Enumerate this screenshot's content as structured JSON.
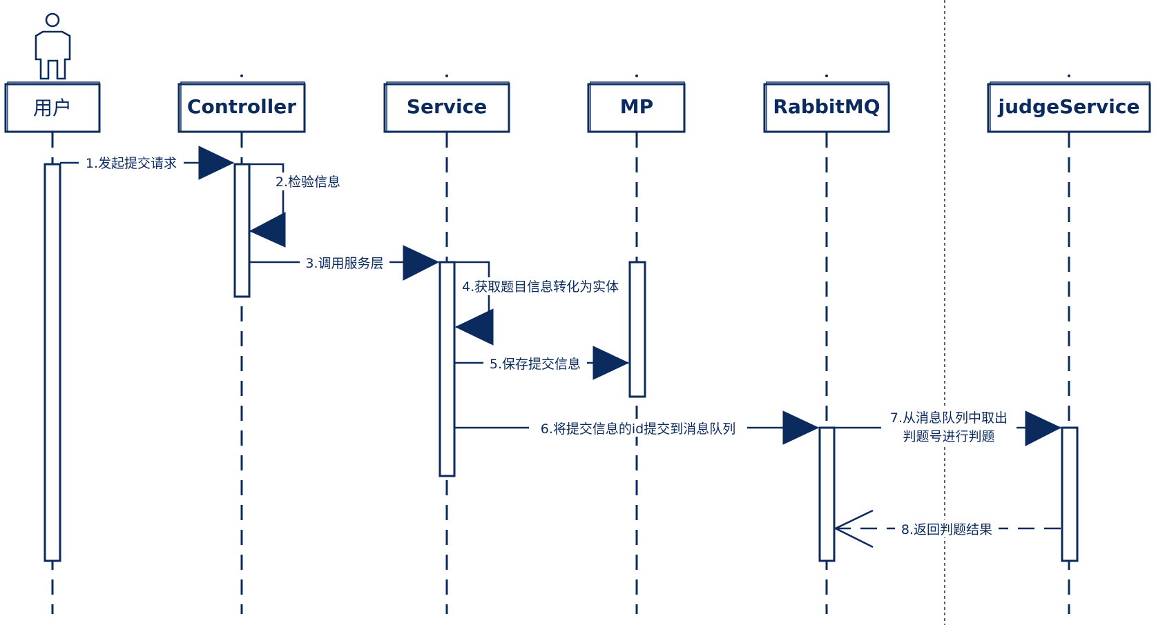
{
  "participants": [
    {
      "id": "user",
      "label": "用户",
      "is_actor": true
    },
    {
      "id": "controller",
      "label": "Controller"
    },
    {
      "id": "service",
      "label": "Service"
    },
    {
      "id": "mp",
      "label": "MP"
    },
    {
      "id": "rabbitmq",
      "label": "RabbitMQ"
    },
    {
      "id": "judge",
      "label": "judgeService"
    }
  ],
  "messages": [
    {
      "label": "1.发起提交请求",
      "from": "user",
      "to": "controller",
      "style": "sync"
    },
    {
      "label": "2.检验信息",
      "from": "controller",
      "to": "controller",
      "style": "self"
    },
    {
      "label": "3.调用服务层",
      "from": "controller",
      "to": "service",
      "style": "sync"
    },
    {
      "label": "4.获取题目信息转化为实体",
      "from": "service",
      "to": "service",
      "style": "self"
    },
    {
      "label": "5.保存提交信息",
      "from": "service",
      "to": "mp",
      "style": "sync"
    },
    {
      "label": "6.将提交信息的id提交到消息队列",
      "from": "service",
      "to": "rabbitmq",
      "style": "sync"
    },
    {
      "label_line1": "7.从消息队列中取出",
      "label_line2": "判题号进行判题",
      "from": "rabbitmq",
      "to": "judge",
      "style": "sync"
    },
    {
      "label": "8.返回判题结果",
      "from": "judge",
      "to": "rabbitmq",
      "style": "return"
    }
  ]
}
